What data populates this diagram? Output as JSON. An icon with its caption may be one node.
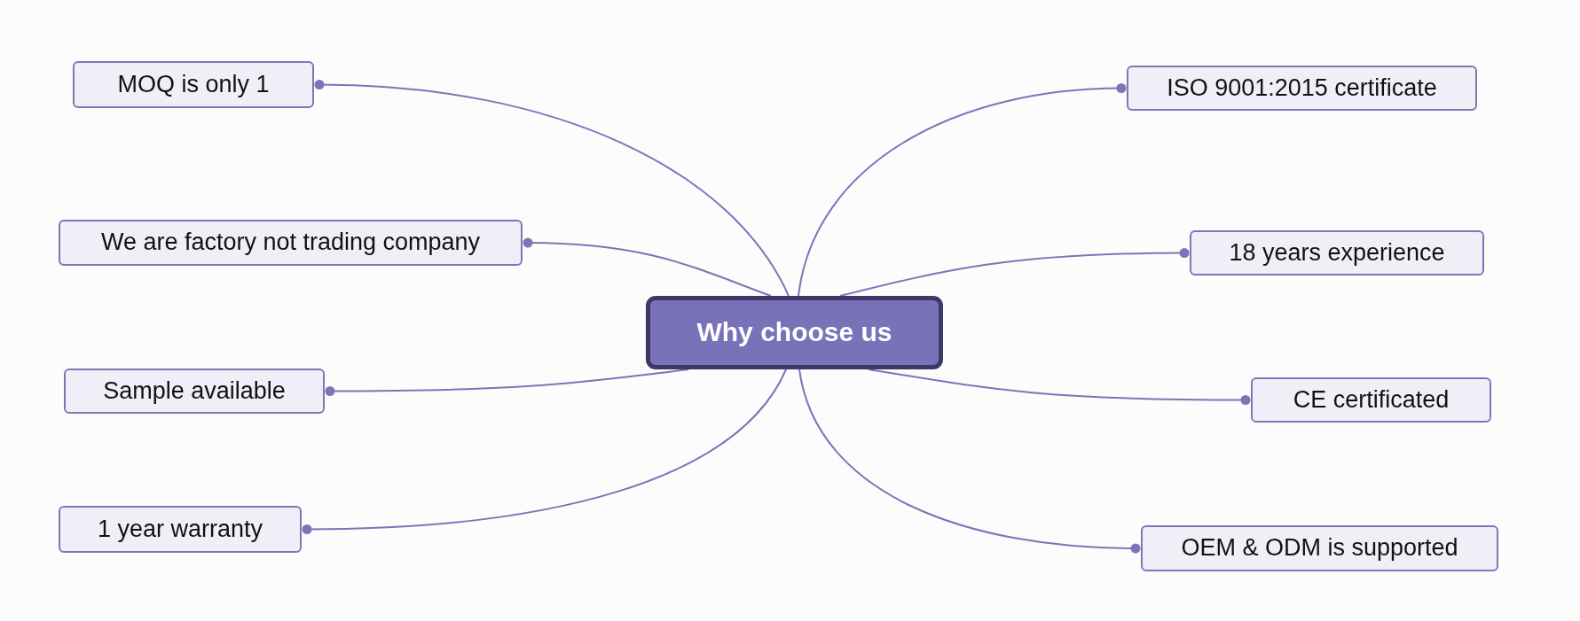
{
  "diagram": {
    "nodes": [
      {
        "text": [
          "Why choose us"
        ]
      },
      {
        "text": [
          "MOQ is only 1"
        ]
      },
      {
        "text": [
          "We are factory not trading company"
        ]
      },
      {
        "text": [
          "Sample available"
        ]
      },
      {
        "text": [
          "1 year warranty"
        ]
      },
      {
        "text": [
          "ISO 9001:2015 certificate"
        ]
      },
      {
        "text": [
          "18 years experience"
        ]
      },
      {
        "text": [
          "CE certificated"
        ]
      },
      {
        "text": [
          "OEM & ODM is supported"
        ]
      }
    ],
    "edges": [
      {
        "from": 0,
        "to": 1,
        "arrow": "other"
      },
      {
        "from": 0,
        "to": 2,
        "arrow": "other"
      },
      {
        "from": 0,
        "to": 3,
        "arrow": "other"
      },
      {
        "from": 0,
        "to": 4,
        "arrow": "other"
      },
      {
        "from": 0,
        "to": 5,
        "arrow": "other"
      },
      {
        "from": 0,
        "to": 6,
        "arrow": "other"
      },
      {
        "from": 0,
        "to": 7,
        "arrow": "other"
      },
      {
        "from": 0,
        "to": 8,
        "arrow": "other"
      }
    ]
  }
}
